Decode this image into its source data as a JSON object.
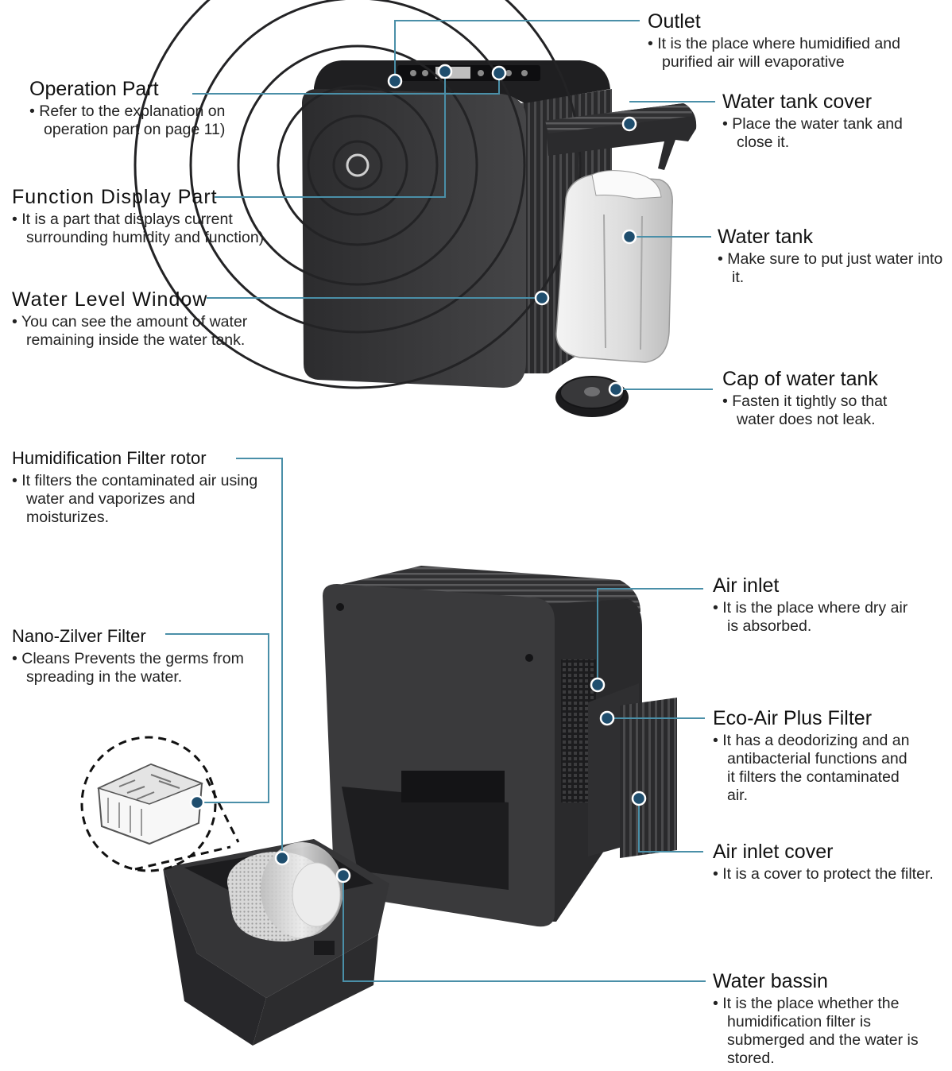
{
  "labels": {
    "outlet": {
      "title": "Outlet",
      "desc": "• It is the place where humidified and purified air will evaporative"
    },
    "operation_part": {
      "title": "Operation Part",
      "desc": "• Refer to the explanation on operation part on page 11)"
    },
    "water_tank_cover": {
      "title": "Water tank cover",
      "desc": "• Place the water tank and close it."
    },
    "function_display_part": {
      "title": "Function Display Part",
      "desc": "• It is a part that displays current surrounding humidity and function)"
    },
    "water_tank": {
      "title": "Water tank",
      "desc": "• Make sure to put just water into it."
    },
    "water_level_window": {
      "title": "Water Level Window",
      "desc": "• You can see the amount of water remaining inside the water tank."
    },
    "cap_of_water_tank": {
      "title": "Cap of water tank",
      "desc": "• Fasten it tightly so that water does not leak."
    },
    "humidification_filter_rotor": {
      "title": "Humidification Filter rotor",
      "desc": "• It filters the contaminated air using water and vaporizes and moisturizes."
    },
    "air_inlet": {
      "title": "Air inlet",
      "desc": "• It is the place where dry air is absorbed."
    },
    "nano_zilver_filter": {
      "title": "Nano-Zilver Filter",
      "desc": "• Cleans Prevents the germs from spreading in the water."
    },
    "eco_air_plus_filter": {
      "title": "Eco-Air Plus Filter",
      "desc": "• It has a deodorizing and an antibacterial functions and it filters the contaminated air."
    },
    "air_inlet_cover": {
      "title": "Air inlet cover",
      "desc": "• It is a cover to protect the filter."
    },
    "water_bassin": {
      "title": "Water bassin",
      "desc": "• It is the place whether the humidification filter is submerged and the water is stored."
    }
  },
  "colors": {
    "leader_line": "#4a8fa8",
    "dot": "#1f4e6e",
    "dot_ring": "#ffffff",
    "device_body": "#3a3a3c",
    "device_dark": "#232325"
  }
}
